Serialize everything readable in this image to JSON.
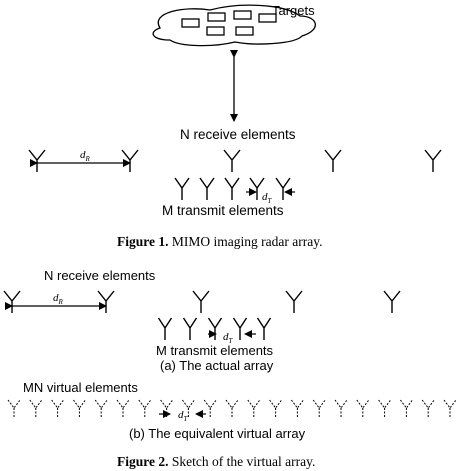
{
  "figure1": {
    "targets_label": "Targets",
    "receive_label": "N receive elements",
    "transmit_label": "M transmit elements",
    "dr_label": "d",
    "dr_sub": "R",
    "dt_label": "d",
    "dt_sub": "T",
    "caption_bold": "Figure 1.",
    "caption_text": " MIMO imaging radar array."
  },
  "figure2": {
    "receive_label": "N receive elements",
    "transmit_label": "M transmit elements",
    "actual_label": "(a) The actual array",
    "virtual_label": "MN virtual elements",
    "equiv_label": "(b) The equivalent virtual array",
    "dr_label": "d",
    "dr_sub": "R",
    "dt_label": "d",
    "dt_sub": "T",
    "dt2_label": "d",
    "dt2_sub": "T",
    "caption_bold": "Figure 2.",
    "caption_text": " Sketch of the virtual array."
  }
}
